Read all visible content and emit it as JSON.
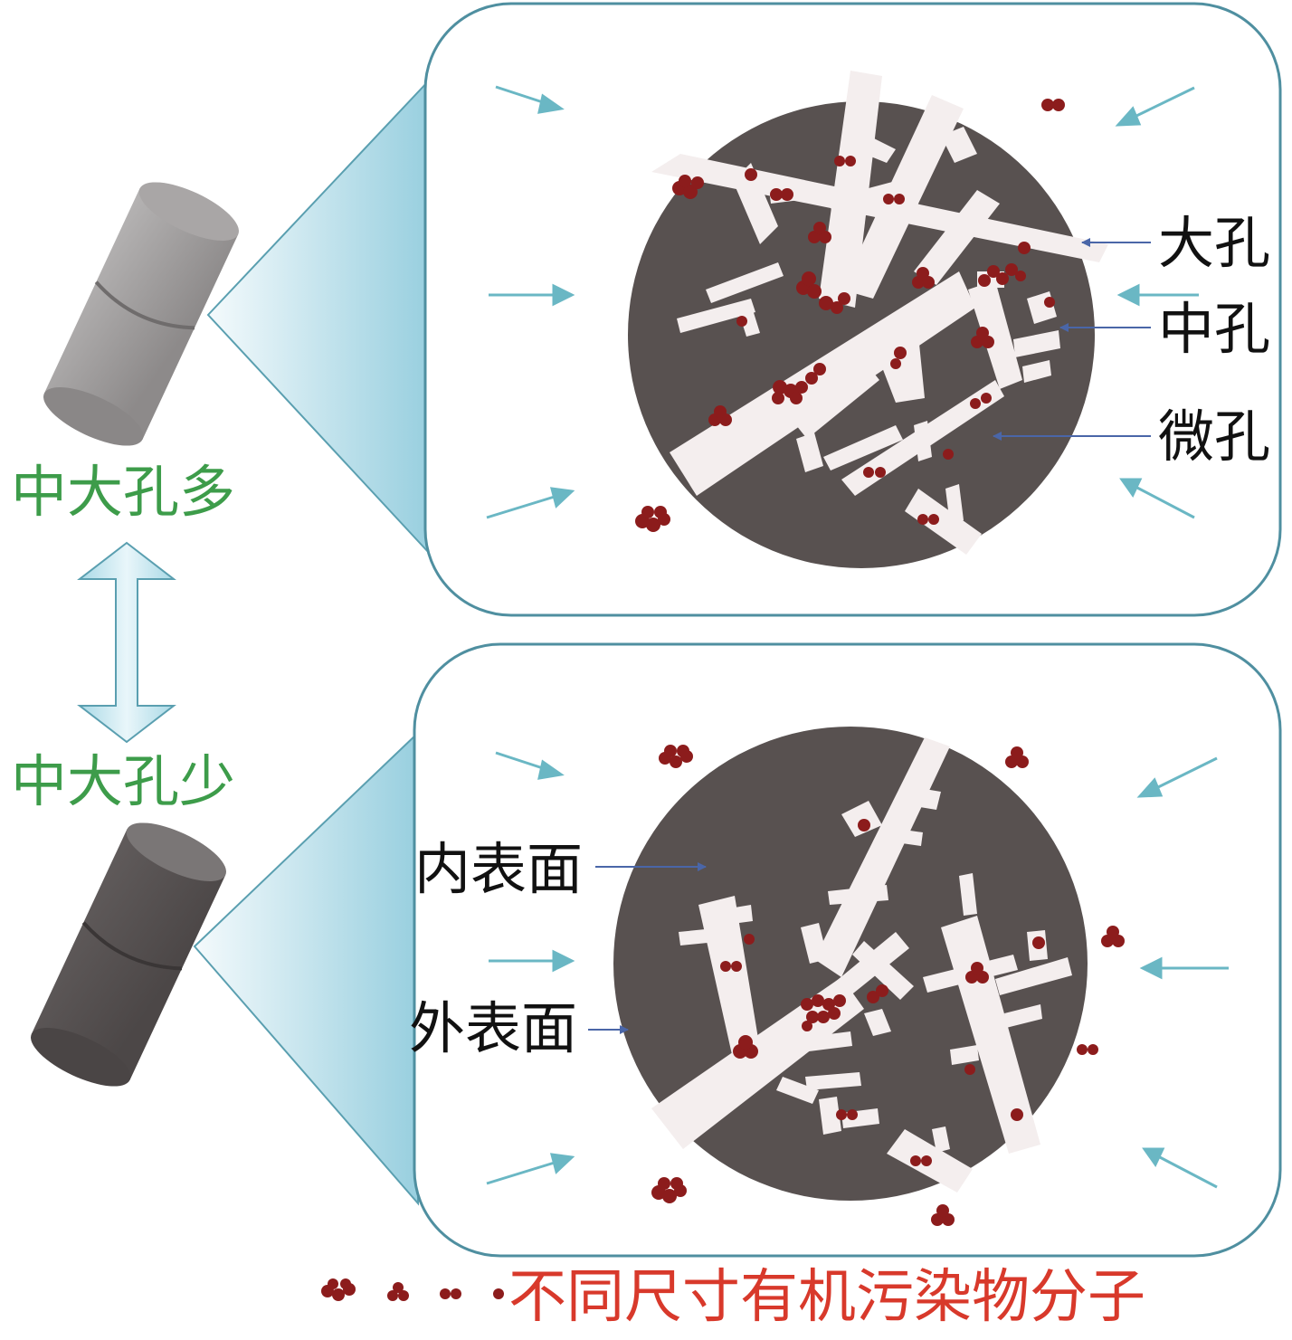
{
  "labels": {
    "more_pores": "中大孔多",
    "fewer_pores": "中大孔少",
    "macropore": "大孔",
    "mesopore": "中孔",
    "micropore": "微孔",
    "inner_surface": "内表面",
    "outer_surface": "外表面",
    "legend": "不同尺寸有机污染物分子"
  },
  "colors": {
    "green_text": "#3d9c4a",
    "red_text": "#d8392b",
    "particle_dark": "#585150",
    "channel": "#f4eeee",
    "molecule": "#8c1c1c",
    "arrow": "#6ab7c4",
    "frame": "#4f8fa0",
    "pointer": "#4a66a8"
  },
  "icons": {
    "cylinder_light": "gray-cylinder-icon",
    "cylinder_dark": "dark-cylinder-icon",
    "double_arrow": "double-arrow-icon"
  }
}
